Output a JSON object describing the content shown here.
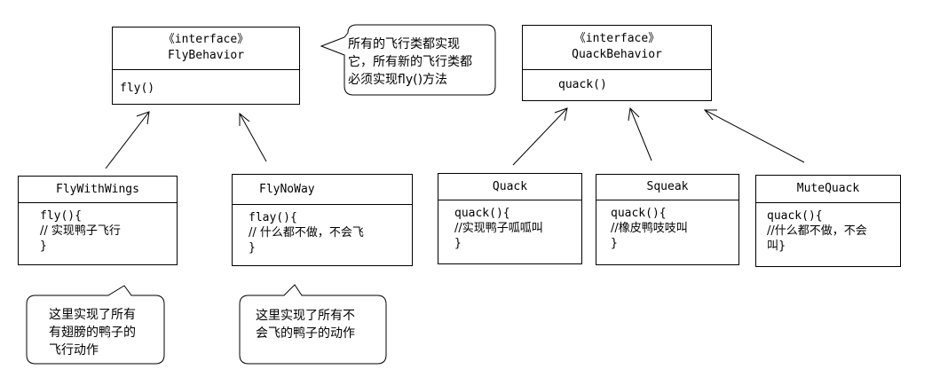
{
  "interfaces": {
    "fly": {
      "stereotype": "《interface》",
      "name": "FlyBehavior",
      "method": "fly()"
    },
    "quack": {
      "stereotype": "《interface》",
      "name": "QuackBehavior",
      "method": "quack()"
    }
  },
  "classes": {
    "fly_with_wings": {
      "name": "FlyWithWings",
      "lines": [
        "fly(){",
        "// 实现鸭子飞行",
        "}"
      ]
    },
    "fly_no_way": {
      "name": "FlyNoWay",
      "lines": [
        "flay(){",
        "// 什么都不做，不会飞",
        "}"
      ]
    },
    "quack": {
      "name": "Quack",
      "lines": [
        "quack(){",
        "//实现鸭子呱呱叫",
        "}"
      ]
    },
    "squeak": {
      "name": "Squeak",
      "lines": [
        "quack(){",
        "//橡皮鸭吱吱叫",
        "}"
      ]
    },
    "mute_quack": {
      "name": "MuteQuack",
      "lines": [
        "quack(){",
        "//什么都不做，不会",
        "叫}"
      ]
    }
  },
  "notes": {
    "fly_interface": [
      "所有的飞行类都实现",
      "它，所有新的飞行类都",
      "必须实现fly()方法"
    ],
    "fly_with_wings": [
      "这里实现了所有",
      "有翅膀的鸭子的",
      "飞行动作"
    ],
    "fly_no_way": [
      "这里实现了所有不",
      "会飞的鸭子的动作"
    ]
  }
}
